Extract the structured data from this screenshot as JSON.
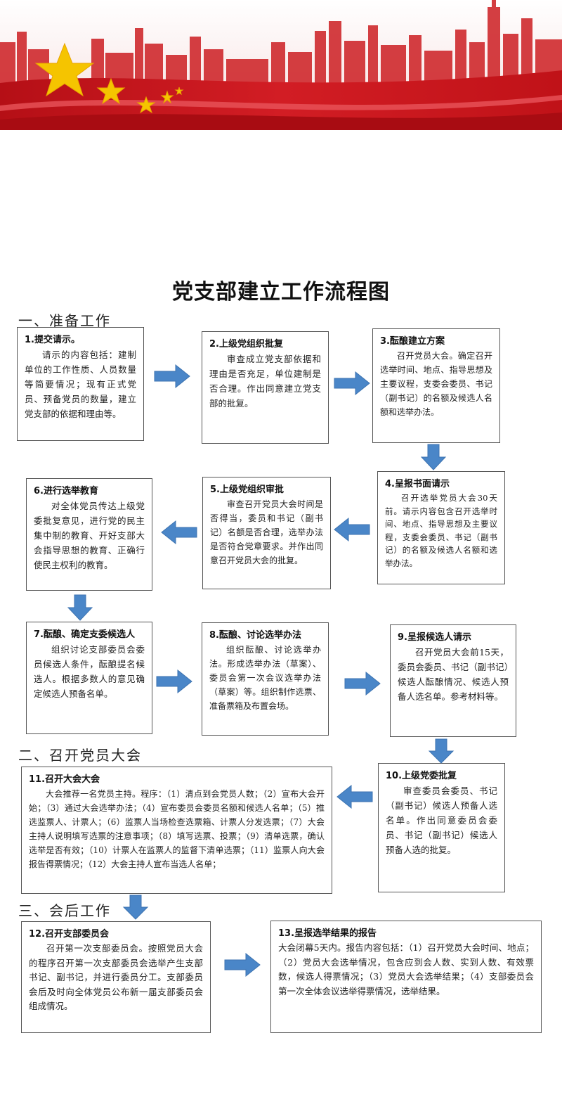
{
  "title": "党支部建立工作流程图",
  "sections": {
    "prepare": "一、准备工作",
    "meeting": "二、召开党员大会",
    "after": "三、会后工作"
  },
  "steps": [
    {
      "title": "1.提交请示。",
      "body": "请示的内容包括：建制单位的工作性质、人员数量等简要情况；现有正式党员、预备党员的数量，建立党支部的依据和理由等。"
    },
    {
      "title": "2.上级党组织批复",
      "body": "审查成立党支部依据和理由是否充足，单位建制是否合理。作出同意建立党支部的批复。"
    },
    {
      "title": "3.酝酿建立方案",
      "body": "召开党员大会。确定召开选举时间、地点、指导思想及主要议程，支委会委员、书记（副书记）的名额及候选人名额和选举办法。"
    },
    {
      "title": "4.呈报书面请示",
      "body": "召开选举党员大会30天前。请示内容包含召开选举时间、地点、指导思想及主要议程，支委会委员、书记（副书记）的名额及候选人名额和选举办法。"
    },
    {
      "title": "5.上级党组织审批",
      "body": "审查召开党员大会时间是否得当，委员和书记（副书记）名额是否合理，选举办法是否符合党章要求。并作出同意召开党员大会的批复。"
    },
    {
      "title": "6.进行选举教育",
      "body": "对全体党员传达上级党委批复意见，进行党的民主集中制的教育、开好支部大会指导思想的教育、正确行使民主权利的教育。"
    },
    {
      "title": "7.酝酿、确定支委候选人",
      "body": "组织讨论支部委员会委员候选人条件，酝酿提名候选人。根据多数人的意见确定候选人预备名单。"
    },
    {
      "title": "8.酝酿、讨论选举办法",
      "body": "组织酝酿、讨论选举办法。形成选举办法（草案）、委员会第一次会议选举办法（草案）等。组织制作选票、准备票箱及布置会场。"
    },
    {
      "title": "9.呈报候选人请示",
      "body": "召开党员大会前15天，委员会委员、书记（副书记）候选人酝酿情况、候选人预备人选名单。参考材料等。"
    },
    {
      "title": "10.上级党委批复",
      "body": "审查委员会委员、书记（副书记）候选人预备人选名单。作出同意委员会委员、书记（副书记）候选人预备人选的批复。"
    },
    {
      "title": "11.召开大会大会",
      "body": "大会推荐一名党员主持。程序：（1）清点到会党员人数；（2）宣布大会开始；（3）通过大会选举办法；（4）宣布委员会委员名额和候选人名单；（5）推选监票人、计票人；（6）监票人当场检查选票箱、计票人分发选票；（7）大会主持人说明填写选票的注意事项；（8）填写选票、投票；（9）清单选票，确认选举是否有效；（10）计票人在监票人的监督下清单选票；（11）监票人向大会报告得票情况；（12）大会主持人宣布当选人名单；"
    },
    {
      "title": "12.召开支部委员会",
      "body": "召开第一次支部委员会。按照党员大会的程序召开第一次支部委员会选举产生支部书记、副书记，并进行委员分工。支部委员会后及时向全体党员公布新一届支部委员会组成情况。"
    },
    {
      "title": "13.呈报选举结果的报告",
      "body": "大会闭幕5天内。报告内容包括：（1）召开党员大会时间、地点；（2）党员大会选举情况，包含应到会人数、实到人数、有效票数，候选人得票情况；（3）党员大会选举结果；（4）支部委员会第一次全体会议选举得票情况，选举结果。"
    }
  ],
  "colors": {
    "banner_red": "#c8161d",
    "star_gold": "#f5c400",
    "arrow_blue": "#4a86c8",
    "border": "#555555"
  }
}
